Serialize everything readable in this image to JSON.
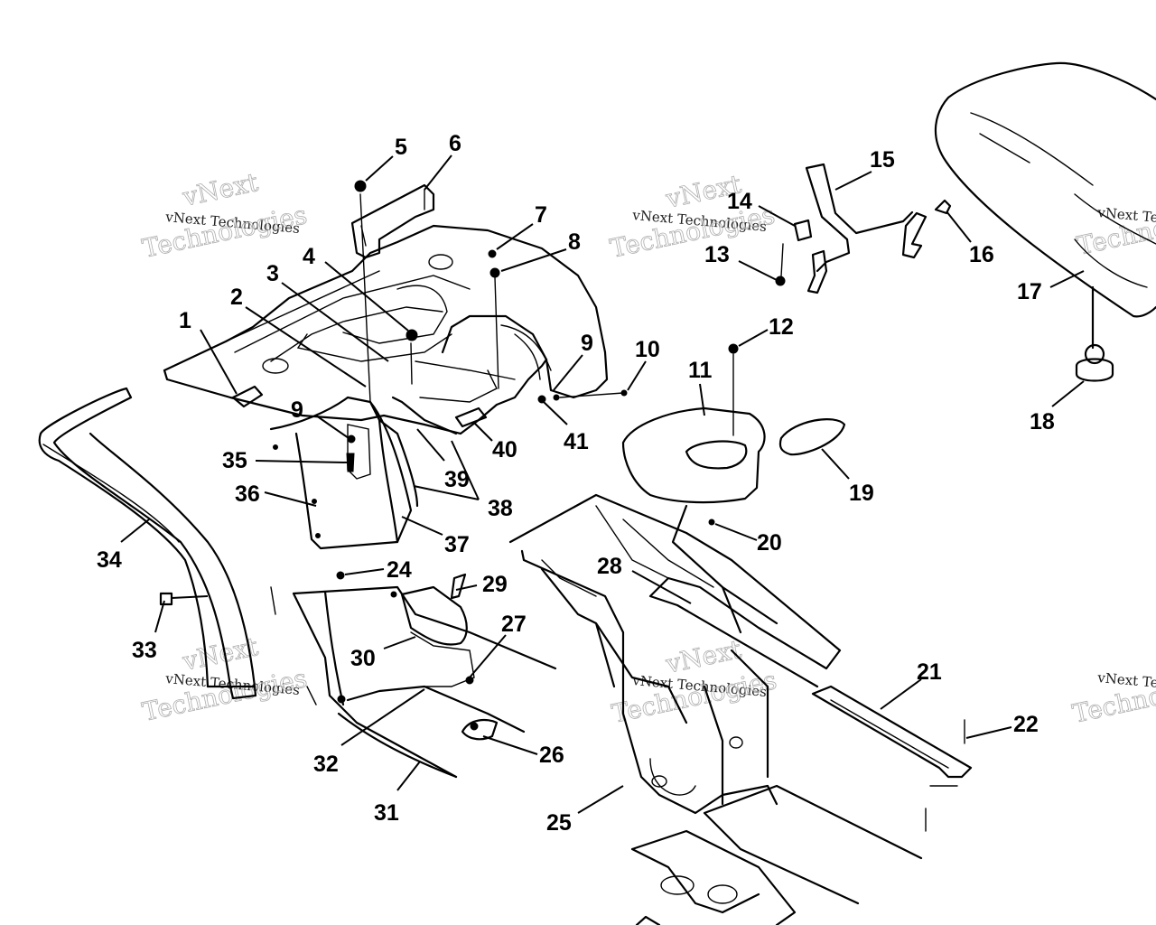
{
  "watermark": {
    "line1": "vNext Technologies",
    "line2": "Technologies",
    "line3": "vNext"
  },
  "callouts": [
    {
      "id": "c1",
      "label": "1"
    },
    {
      "id": "c2",
      "label": "2"
    },
    {
      "id": "c3",
      "label": "3"
    },
    {
      "id": "c4",
      "label": "4"
    },
    {
      "id": "c5",
      "label": "5"
    },
    {
      "id": "c6",
      "label": "6"
    },
    {
      "id": "c7",
      "label": "7"
    },
    {
      "id": "c8",
      "label": "8"
    },
    {
      "id": "c9a",
      "label": "9"
    },
    {
      "id": "c9b",
      "label": "9"
    },
    {
      "id": "c10",
      "label": "10"
    },
    {
      "id": "c11",
      "label": "11"
    },
    {
      "id": "c12",
      "label": "12"
    },
    {
      "id": "c13",
      "label": "13"
    },
    {
      "id": "c14",
      "label": "14"
    },
    {
      "id": "c15",
      "label": "15"
    },
    {
      "id": "c16",
      "label": "16"
    },
    {
      "id": "c17",
      "label": "17"
    },
    {
      "id": "c18",
      "label": "18"
    },
    {
      "id": "c19",
      "label": "19"
    },
    {
      "id": "c20",
      "label": "20"
    },
    {
      "id": "c21",
      "label": "21"
    },
    {
      "id": "c22",
      "label": "22"
    },
    {
      "id": "c24",
      "label": "24"
    },
    {
      "id": "c25",
      "label": "25"
    },
    {
      "id": "c26",
      "label": "26"
    },
    {
      "id": "c27",
      "label": "27"
    },
    {
      "id": "c28",
      "label": "28"
    },
    {
      "id": "c29",
      "label": "29"
    },
    {
      "id": "c30",
      "label": "30"
    },
    {
      "id": "c31",
      "label": "31"
    },
    {
      "id": "c32",
      "label": "32"
    },
    {
      "id": "c33",
      "label": "33"
    },
    {
      "id": "c34",
      "label": "34"
    },
    {
      "id": "c35",
      "label": "35"
    },
    {
      "id": "c36",
      "label": "36"
    },
    {
      "id": "c37",
      "label": "37"
    },
    {
      "id": "c38",
      "label": "38"
    },
    {
      "id": "c39",
      "label": "39"
    },
    {
      "id": "c40",
      "label": "40"
    },
    {
      "id": "c41",
      "label": "41"
    }
  ]
}
